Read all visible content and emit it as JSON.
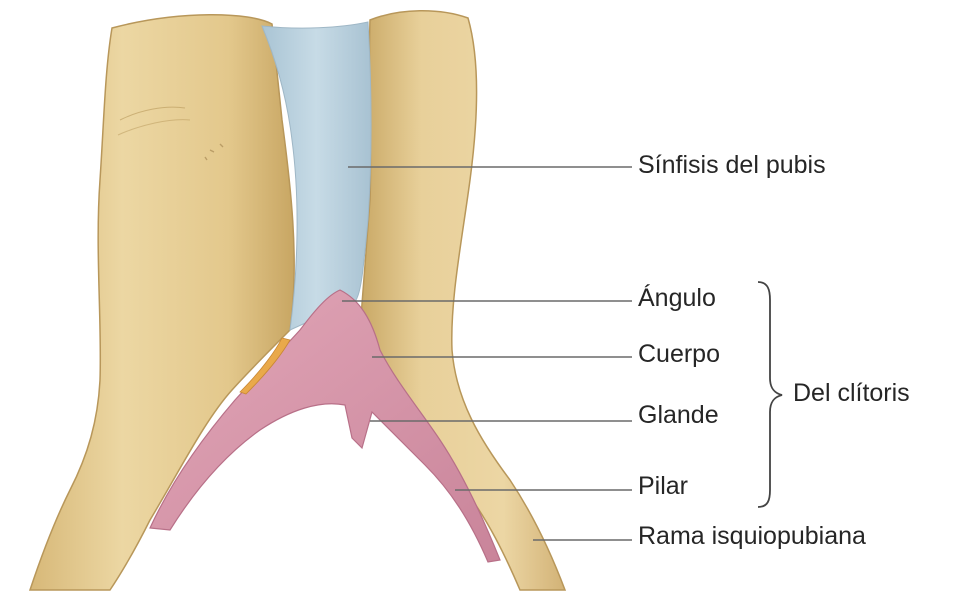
{
  "labels": {
    "sinfisis": "Sínfisis del pubis",
    "angulo": "Ángulo",
    "cuerpo": "Cuerpo",
    "glande": "Glande",
    "pilar": "Pilar",
    "rama": "Rama isquiopubiana",
    "group": "Del clítoris"
  },
  "colors": {
    "bone": "#e6cf97",
    "bone_shadow": "#c9a865",
    "cartilage": "#bcd3e0",
    "clitoris": "#d99aae",
    "leader_line": "#6a6a6a",
    "text": "#262626"
  }
}
